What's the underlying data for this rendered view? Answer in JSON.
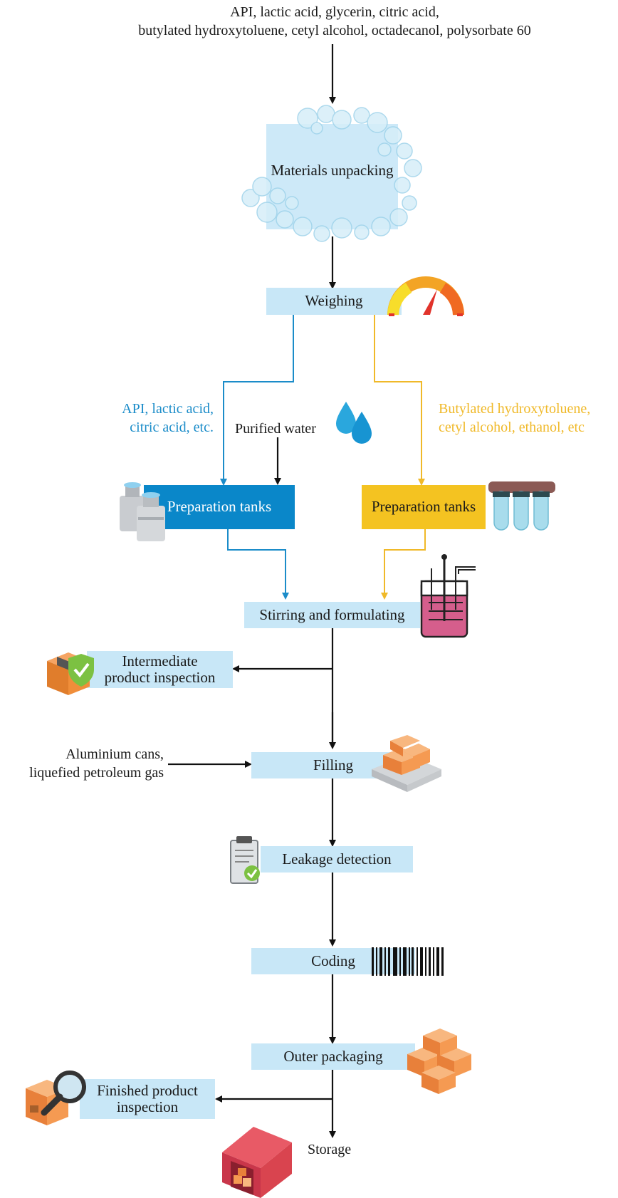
{
  "inputs": {
    "top_line1": "API, lactic acid, glycerin, citric acid,",
    "top_line2": "butylated hydroxytoluene, cetyl alcohol, octadecanol, polysorbate 60",
    "blue_line1": "API, lactic acid,",
    "blue_line2": "citric acid, etc.",
    "water": "Purified water",
    "yellow_line1": "Butylated hydroxytoluene,",
    "yellow_line2": "cetyl alcohol, ethanol, etc",
    "cans_line1": "Aluminium cans,",
    "cans_line2": "liquefied petroleum gas"
  },
  "steps": {
    "unpacking": "Materials unpacking",
    "weighing": "Weighing",
    "tank_blue": "Preparation tanks",
    "tank_yellow": "Preparation tanks",
    "stirring": "Stirring and formulating",
    "intermediate_line1": "Intermediate",
    "intermediate_line2": "product inspection",
    "filling": "Filling",
    "leakage": "Leakage detection",
    "coding": "Coding",
    "outer": "Outer packaging",
    "finished_line1": "Finished product",
    "finished_line2": "inspection",
    "storage": "Storage"
  },
  "colors": {
    "light_box": "#c8e7f7",
    "blue_flow": "#0a87c9",
    "yellow_flow": "#f4c321",
    "arrow": "#111111"
  },
  "icons": [
    "bubbles-icon",
    "gauge-icon",
    "water-drops-icon",
    "milk-cans-icon",
    "test-tubes-rack-icon",
    "reactor-vessel-icon",
    "shield-box-icon",
    "pallet-boxes-icon",
    "clipboard-check-icon",
    "barcode-icon",
    "boxes-stack-icon",
    "box-magnifier-icon",
    "warehouse-icon"
  ]
}
